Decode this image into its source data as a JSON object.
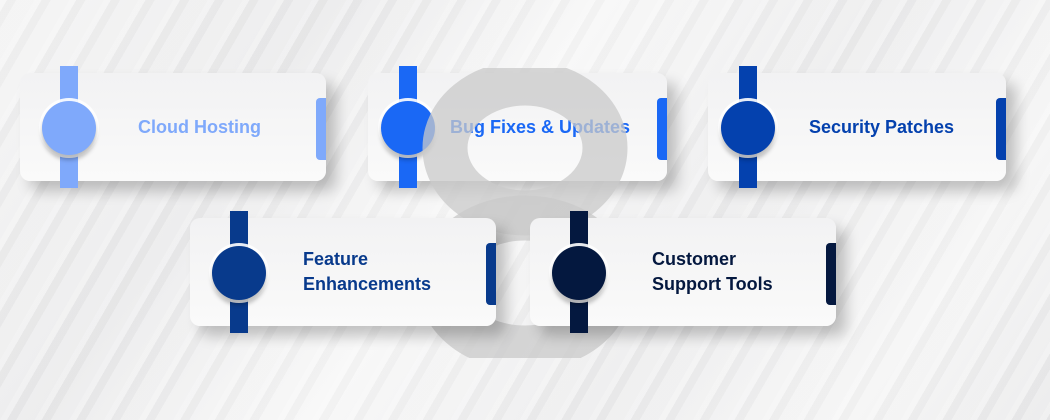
{
  "diagram": {
    "center_logo": "number-8-icon",
    "cards": [
      {
        "label": "Cloud Hosting",
        "color": "#7FA9FB",
        "text_color": "#7FA9FB"
      },
      {
        "label": "Bug Fixes & Updates",
        "color": "#1A68F5",
        "text_color": "#1A68F5"
      },
      {
        "label": "Security Patches",
        "color": "#0441AE",
        "text_color": "#0441AE"
      },
      {
        "label": "Feature Enhancements",
        "line1": "Feature",
        "line2": "Enhancements",
        "color": "#083A8C",
        "text_color": "#083A8C"
      },
      {
        "label": "Customer Support Tools",
        "line1": "Customer",
        "line2": "Support Tools",
        "color": "#04183F",
        "text_color": "#04183F"
      }
    ]
  }
}
